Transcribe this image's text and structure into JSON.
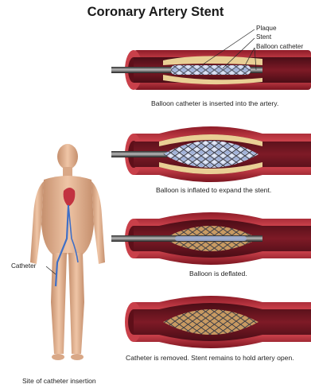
{
  "title": "Coronary Artery Stent",
  "callouts": {
    "plaque": "Plaque",
    "stent": "Stent",
    "balloon_catheter": "Balloon catheter",
    "catheter": "Catheter"
  },
  "steps": [
    {
      "caption": "Balloon catheter is inserted into the artery."
    },
    {
      "caption": "Balloon is inflated to expand the stent."
    },
    {
      "caption": "Balloon is deflated."
    },
    {
      "caption": "Catheter is removed. Stent remains to hold artery open."
    }
  ],
  "body_caption": "Site of catheter insertion",
  "colors": {
    "artery_outer": "#b5303a",
    "artery_lumen": "#6e1420",
    "plaque": "#e9cf95",
    "balloon": "#c9d4ee",
    "stent_mesh": "#4a4a52",
    "skin": "#e2b596",
    "vessel_blue": "#3f6fc6"
  }
}
